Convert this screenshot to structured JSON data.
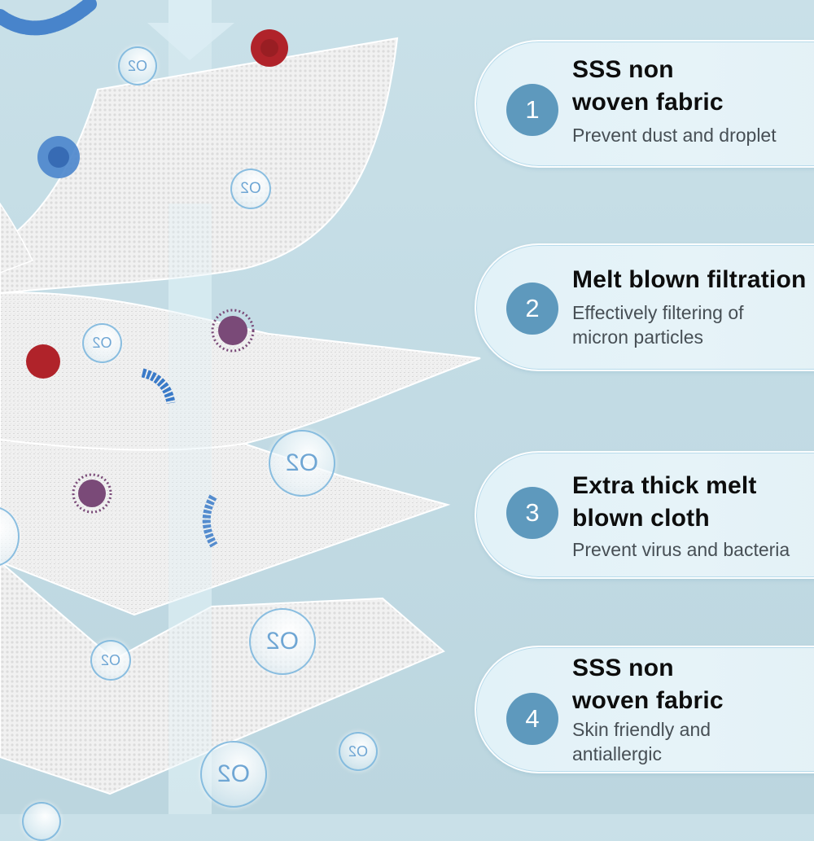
{
  "cards": [
    {
      "number": "1",
      "title": "SSS non\nwoven fabric",
      "description": "Prevent dust and droplet"
    },
    {
      "number": "2",
      "title": "Melt blown filtration",
      "description": "Effectively filtering of\nmicron particles"
    },
    {
      "number": "3",
      "title": "Extra thick melt\nblown cloth",
      "description": "Prevent virus and bacteria"
    },
    {
      "number": "4",
      "title": "SSS non\nwoven fabric",
      "description": "Skin friendly and\nantiallergic"
    }
  ],
  "bubble_label": "O2",
  "colors": {
    "background": "#c3dce5",
    "badge": "#5e99bd",
    "card": "#e4f2f8",
    "title": "#0d0d0d",
    "description": "#474f55",
    "bacteria_red": "#b0232a",
    "virus_purple": "#7a4a78",
    "microbe_blue": "#3a7ac8"
  }
}
